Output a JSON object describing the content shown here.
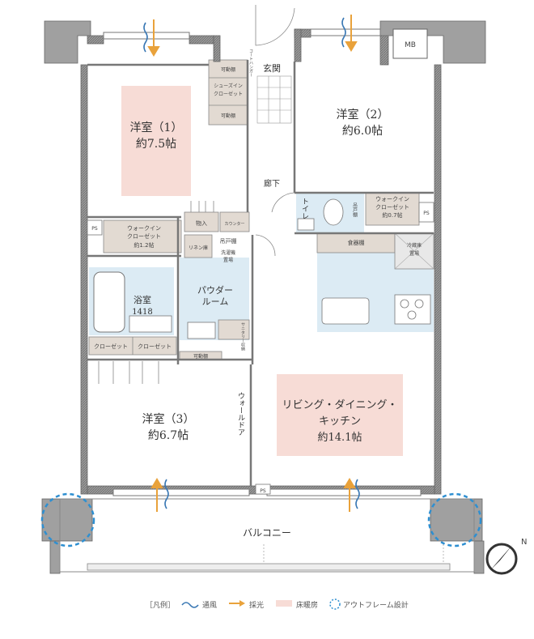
{
  "rooms": {
    "western1": {
      "name": "洋室（1）",
      "size": "約7.5帖"
    },
    "western2": {
      "name": "洋室（2）",
      "size": "約6.0帖"
    },
    "western3": {
      "name": "洋室（3）",
      "size": "約6.7帖"
    },
    "ldk": {
      "line1": "リビング・ダイニング・",
      "line2": "キッチン",
      "size": "約14.1帖"
    },
    "bath": {
      "name": "浴室",
      "size": "1418"
    },
    "powder": {
      "line1": "パウダー",
      "line2": "ルーム"
    }
  },
  "labels": {
    "entrance": "玄関",
    "corridor": "廊下",
    "balcony": "バルコニー",
    "toilet": "トイレ",
    "mb": "MB",
    "ps": "PS",
    "movable_shelf": "可動棚",
    "shoes_in_closet_1": "シューズイン",
    "shoes_in_closet_2": "クローゼット",
    "coat_hanger": "コートハンガー",
    "wic_a_1": "ウォークイン",
    "wic_a_2": "クローゼット",
    "wic_a_3": "約1.2帖",
    "wic_b_1": "ウォークイン",
    "wic_b_2": "クローゼット",
    "wic_b_3": "約0.7帖",
    "storage": "物入",
    "counter": "カウンター",
    "linen": "リネン庫",
    "hanging_shelf": "吊戸棚",
    "washer_1": "洗濯機",
    "washer_2": "置場",
    "closet_1": "クローゼット",
    "closet_2": "クローゼット",
    "walk_door": "ウォールドア",
    "cupboard": "食器棚",
    "fridge_1": "冷蔵庫",
    "fridge_2": "置場",
    "toilet_shelf": "吊戸棚",
    "sanitary": "サニタリー収納"
  },
  "legend": {
    "title": "［凡例］",
    "ventilation": "通風",
    "daylight": "採光",
    "floor_heating": "床暖房",
    "outframe": "アウトフレーム設計"
  },
  "colors": {
    "wall": "#8a8a8a",
    "floor_heating": "#f7dcd6",
    "water_area": "#dcebf4",
    "storage": "#e2dad2",
    "wind": "#3a78b4",
    "light": "#e9a23b",
    "outframe": "#2e8fd1"
  }
}
